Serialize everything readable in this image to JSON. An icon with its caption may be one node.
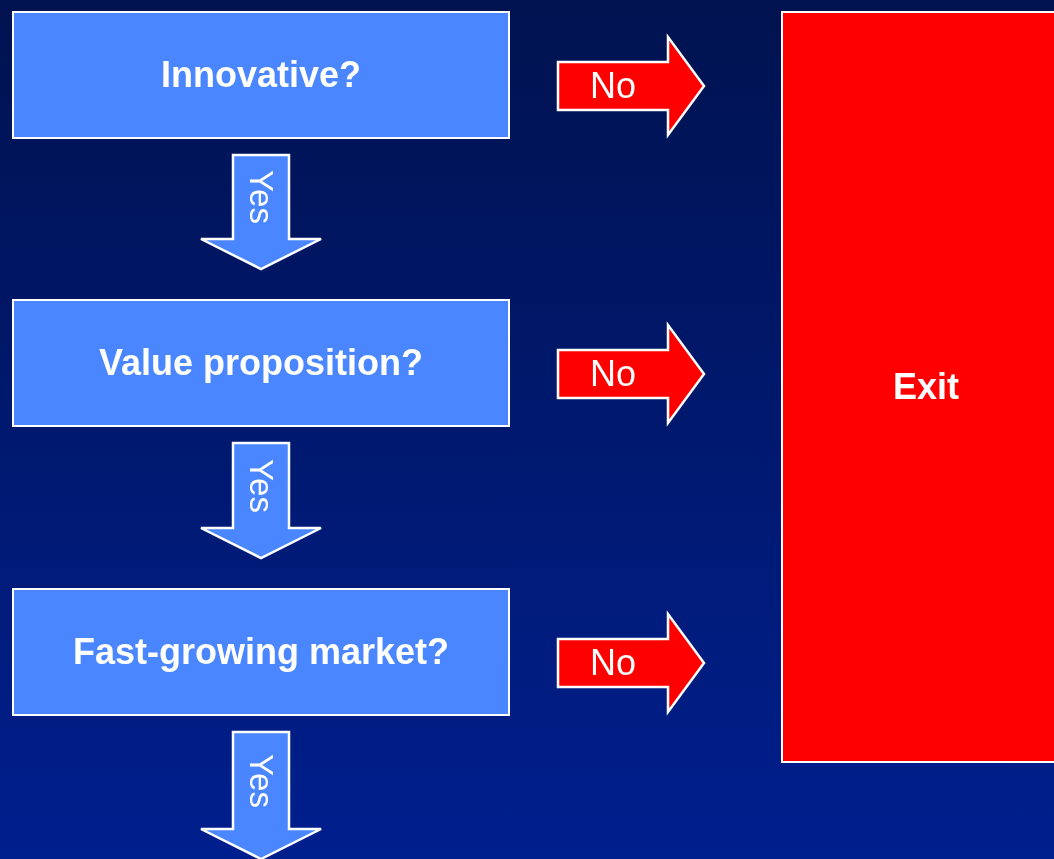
{
  "diagram": {
    "nodes": [
      {
        "text": [
          "Innovative?"
        ]
      },
      {
        "text": [
          "Value proposition?"
        ]
      },
      {
        "text": [
          "Fast-growing market?"
        ]
      },
      {
        "text": [
          "Exit"
        ]
      }
    ],
    "edges": [
      {
        "from": 0,
        "to": 1,
        "arrow": "to",
        "label": "Yes",
        "color": "#4a86ff"
      },
      {
        "from": 1,
        "to": 2,
        "arrow": "to",
        "label": "Yes",
        "color": "#4a86ff"
      },
      {
        "from": 2,
        "to": null,
        "arrow": "to",
        "label": "Yes",
        "color": "#4a86ff"
      },
      {
        "from": 0,
        "to": 3,
        "arrow": "to",
        "label": "No",
        "color": "#ff0000"
      },
      {
        "from": 1,
        "to": 3,
        "arrow": "to",
        "label": "No",
        "color": "#ff0000"
      },
      {
        "from": 2,
        "to": 3,
        "arrow": "to",
        "label": "No",
        "color": "#ff0000"
      }
    ]
  }
}
